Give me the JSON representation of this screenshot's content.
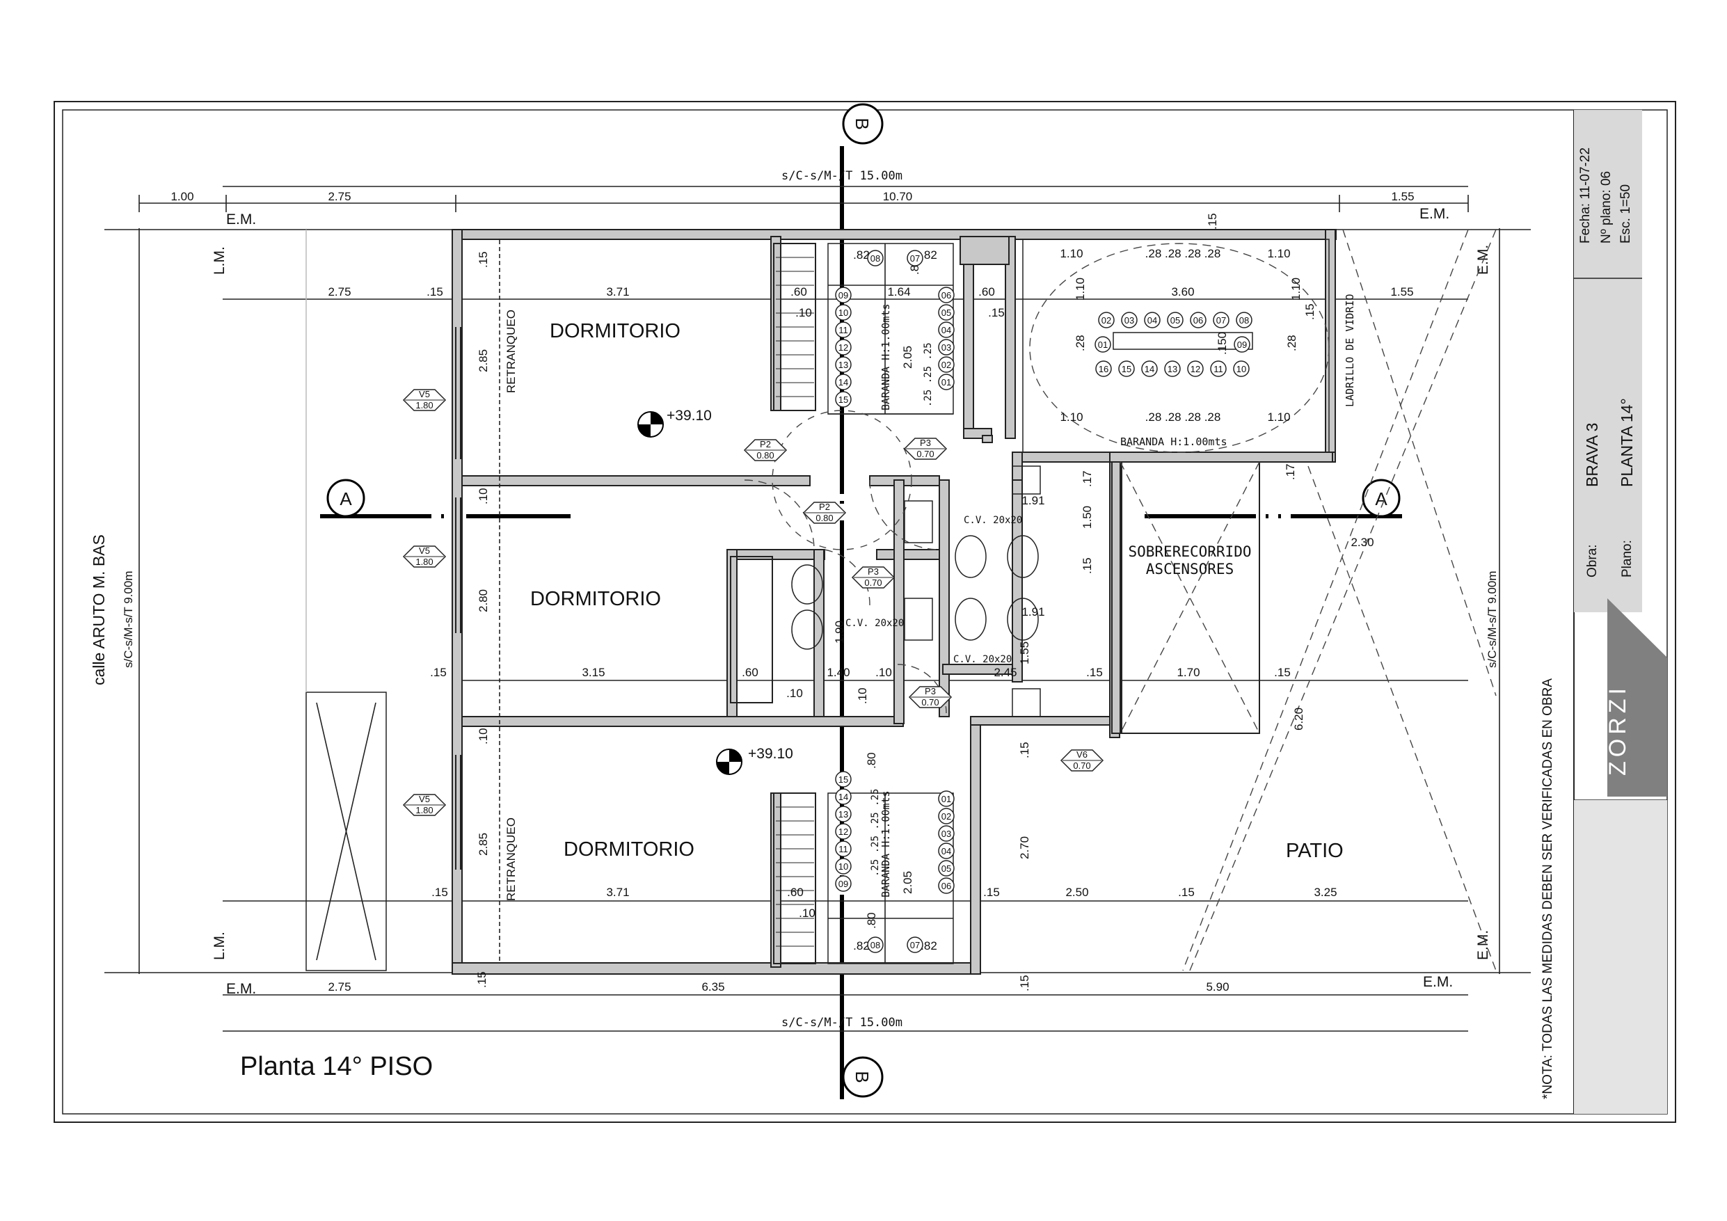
{
  "title": "Planta  14° PISO",
  "rooms": {
    "dormitorio_1": "DORMITORIO",
    "dormitorio_2": "DORMITORIO",
    "dormitorio_3": "DORMITORIO",
    "patio": "PATIO",
    "sobrerecorrido_1": "SOBRERECORRIDO",
    "sobrerecorrido_2": "ASCENSORES"
  },
  "street": {
    "name": "calle ARUTO M. BAS",
    "front_dim": "s/C-s/M-s/T 9.00m",
    "back_dim": "s/C-s/M-s/T 9.00m"
  },
  "dims": {
    "top_total": "s/C-s/M-/T 15.00m",
    "bottom_total": "s/C-s/M-/T 15.00m",
    "top_100": "1.00",
    "top_275": "2.75",
    "top_1070": "10.70",
    "top_155": "1.55",
    "row_275": "2.75",
    "row_015": ".15",
    "row_371": "3.71",
    "row_155": "1.55",
    "r1_060": ".60",
    "r1_010": ".10",
    "r1_164": "1.64",
    "r1_060b": ".60",
    "r1_015": ".15",
    "v_015": ".15",
    "v_285a": "2.85",
    "v_010a": ".10",
    "v_280": "2.80",
    "v_010b": ".10",
    "v_285b": "2.85",
    "mid_015": ".15",
    "mid_315": "3.15",
    "mid_060": ".60",
    "mid_140": "1.40",
    "mid_010": ".10",
    "mid_010b": ".10",
    "mid_010c": ".10",
    "mid_245": "2.45",
    "mid_015b": ".15",
    "mid_170": "1.70",
    "mid_015c": ".15",
    "low_015": ".15",
    "low_371": "3.71",
    "low_060": ".60",
    "low_010": ".10",
    "low_015b": ".15",
    "low_250": "2.50",
    "low_015c": ".15",
    "low_325": "3.25",
    "bot_275": "2.75",
    "bot_635": "6.35",
    "bot_015": ".15",
    "bot_590": "5.90",
    "bot_015b": ".15",
    "st_082a": ".82",
    "st_082b": ".82",
    "st_082c": ".82",
    "st_082d": ".82",
    "st_205a": "2.05",
    "st_205b": "2.05",
    "st_080": ".80",
    "st_080b": ".80",
    "st_080c": ".80",
    "stair_025": ".25 .25 .25",
    "stair_025b": ".25 .25 .25 .25",
    "ne_110a": "1.10",
    "ne_110b": "1.10",
    "ne_110c": "1.10",
    "ne_110d": "1.10",
    "ne_110e": "1.10",
    "ne_110f": "1.10",
    "ne_028": ".28 .28 .28 .28",
    "ne_028b": ".28 .28 .28 .28",
    "ne_360": "3.60",
    "ne_028c": ".28",
    "ne_028d": ".28",
    "ne_150": ".150",
    "ne_015": ".15",
    "ne_015b": ".15",
    "bath_191": "1.91",
    "bath_017": ".17",
    "bath_017b": ".17",
    "bath_150": "1.50",
    "bath_015": ".15",
    "bath_191b": "1.91",
    "bath_155": "1.55",
    "bath_190": "1.90",
    "patio_230": "2.30",
    "patio_620": "6.20",
    "patio_270": "2.70",
    "patio_015": ".15"
  },
  "labels": {
    "em_tl": "E.M.",
    "em_tr": "E.M.",
    "em_bl": "E.M.",
    "em_br": "E.M.",
    "em_rt": "E.M.",
    "em_rb": "E.M.",
    "lm_tl": "L.M.",
    "lm_bl": "L.M.",
    "retranqueo_1": "RETRANQUEO",
    "retranqueo_2": "RETRANQUEO",
    "level_1": "+39.10",
    "level_2": "+39.10",
    "baranda_1": "BARANDA H:1.00mts",
    "baranda_2": "BARANDA H:1.00mts",
    "baranda_3": "BARANDA H:1.00mts",
    "ladrillo": "LADRILLO DE VIDRIO",
    "cv_1": "C.V. 20x20",
    "cv_2": "C.V. 20x20",
    "cv_3": "C.V. 20x20",
    "axis_a": "A",
    "axis_b": "B",
    "nota": "*NOTA: TODAS LAS MEDIDAS DEBEN SER VERIFICADAS EN OBRA"
  },
  "tags": {
    "v5a_top": "V5",
    "v5a_bot": "1.80",
    "v5b_top": "V5",
    "v5b_bot": "1.80",
    "v5c_top": "V5",
    "v5c_bot": "1.80",
    "v6_top": "V6",
    "v6_bot": "0.70",
    "p2a_top": "P2",
    "p2a_bot": "0.80",
    "p2b_top": "P2",
    "p2b_bot": "0.80",
    "p3a_top": "P3",
    "p3a_bot": "0.70",
    "p3b_top": "P3",
    "p3b_bot": "0.70",
    "p3c_top": "P3",
    "p3c_bot": "0.70"
  },
  "steps": {
    "upper_right": [
      "06",
      "05",
      "04",
      "03",
      "02",
      "01"
    ],
    "upper_left": [
      "09",
      "10",
      "11",
      "12",
      "13",
      "14",
      "15"
    ],
    "upper_top": [
      "08",
      "07"
    ],
    "lower_left": [
      "15",
      "14",
      "13",
      "12",
      "11",
      "10",
      "09"
    ],
    "lower_right": [
      "01",
      "02",
      "03",
      "04",
      "05",
      "06"
    ],
    "lower_bottom": [
      "08",
      "07"
    ],
    "ne_top": [
      "02",
      "03",
      "04",
      "05",
      "06",
      "07",
      "08"
    ],
    "ne_bot": [
      "16",
      "15",
      "14",
      "13",
      "12",
      "11",
      "10"
    ],
    "ne_l": "01",
    "ne_r": "09"
  },
  "titleblock": {
    "fecha": "Fecha: 11-07-22",
    "plano_no": "Nº plano: 06",
    "escala": "Esc. 1=50",
    "obra_label": "Obra:",
    "obra_value": "BRAVA 3",
    "plano_label": "Plano:",
    "plano_value": "PLANTA 14°",
    "logo": "ZORZI"
  }
}
